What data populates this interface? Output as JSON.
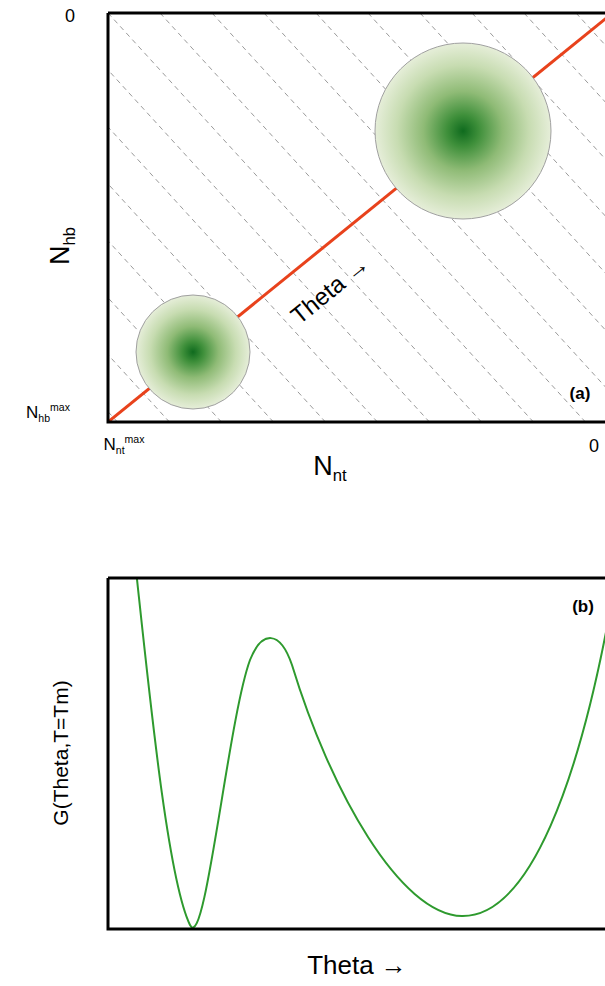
{
  "diagram": {
    "labels": [
      "0",
      "Nhb",
      "Nhbmax",
      "Nntmax",
      "Nnt",
      "0",
      "Theta →",
      "(a)",
      "(b)",
      "G(Theta,T=Tm)",
      "Theta →"
    ]
  }
}
